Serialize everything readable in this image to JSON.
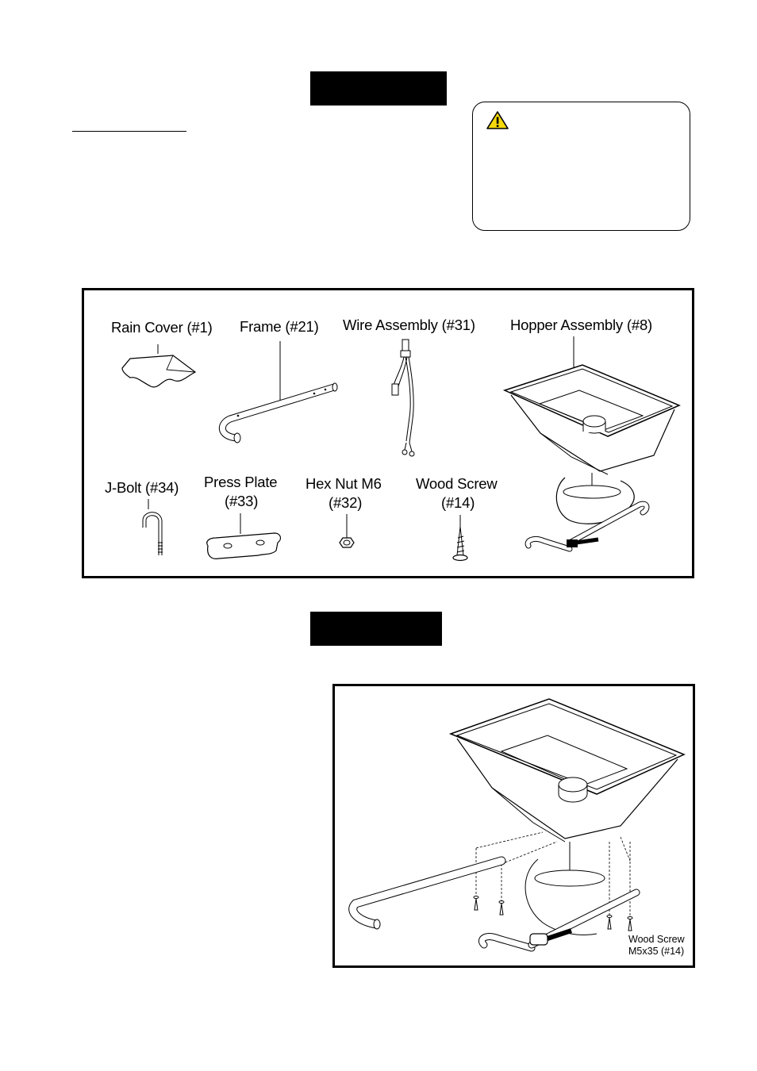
{
  "parts_panel": {
    "labels": {
      "rain_cover": "Rain Cover (#1)",
      "frame": "Frame (#21)",
      "wire_assembly": "Wire Assembly (#31)",
      "hopper_assembly": "Hopper Assembly (#8)",
      "j_bolt": "J-Bolt (#34)",
      "press_plate_line1": "Press Plate",
      "press_plate_line2": "(#33)",
      "hex_nut_line1": "Hex Nut M6",
      "hex_nut_line2": "(#32)",
      "wood_screw_line1": "Wood Screw",
      "wood_screw_line2": "(#14)"
    }
  },
  "assembly_panel": {
    "callout_line1": "Wood Screw",
    "callout_line2": "M5x35 (#14)"
  },
  "colors": {
    "bar": "#000000",
    "warning_icon_fill": "#f5d90a"
  },
  "icons": {
    "warning": "warning-triangle-icon"
  }
}
